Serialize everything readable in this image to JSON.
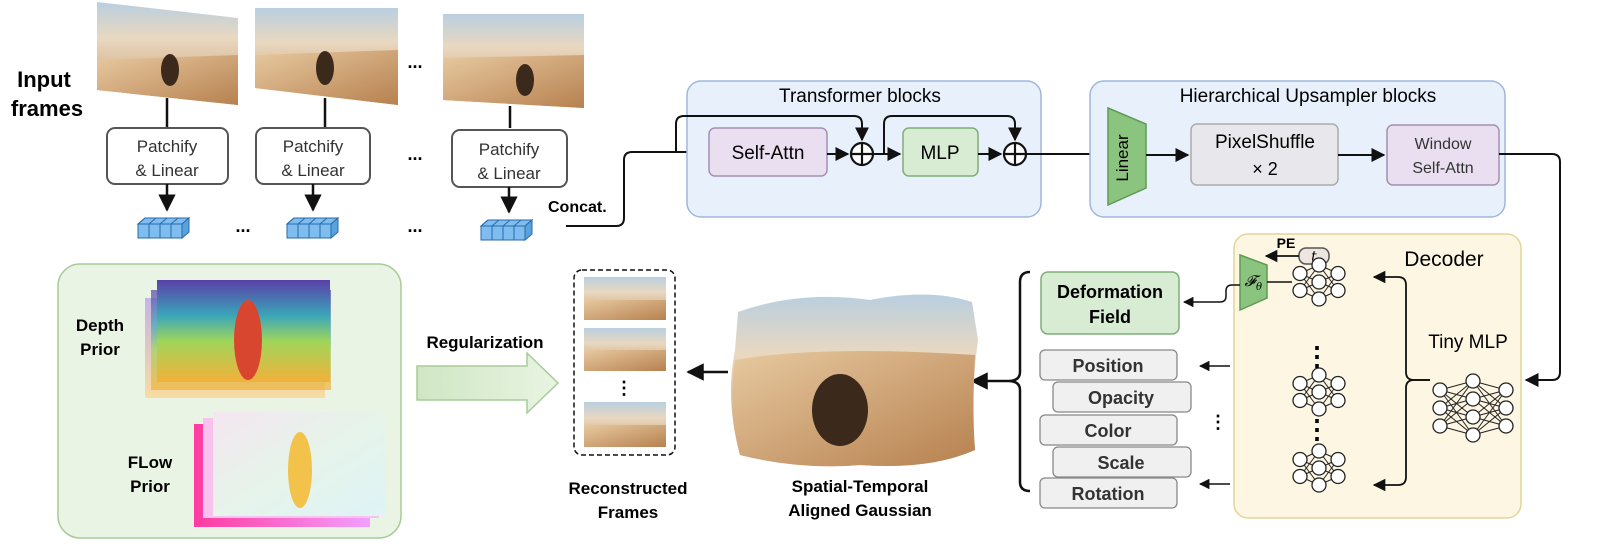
{
  "input": {
    "title_line1": "Input",
    "title_line2": "frames",
    "ellipsis": "...",
    "patch_line1": "Patchify",
    "patch_line2": "& Linear",
    "concat": "Concat."
  },
  "transformer": {
    "title": "Transformer blocks",
    "self_attn": "Self-Attn",
    "mlp": "MLP",
    "plus": "⊕"
  },
  "upsampler": {
    "title": "Hierarchical  Upsampler blocks",
    "linear": "Linear",
    "pixelshuffle_line1": "PixelShuffle",
    "pixelshuffle_line2": "× 2",
    "window_line1": "Window",
    "window_line2": "Self-Attn"
  },
  "decoder": {
    "title": "Decoder",
    "pe": "PE",
    "t": "t",
    "f_theta": "𝓕",
    "f_sub": "θ",
    "tiny_mlp": "Tiny MLP",
    "vdots": "⋮"
  },
  "attributes": {
    "deformation_line1": "Deformation",
    "deformation_line2": "Field",
    "items": [
      "Position",
      "Opacity",
      "Color",
      "Scale",
      "Rotation"
    ]
  },
  "priors": {
    "depth_line1": "Depth",
    "depth_line2": "Prior",
    "flow_line1": "FLow",
    "flow_line2": "Prior",
    "regularization": "Regularization"
  },
  "outputs": {
    "reconstructed_line1": "Reconstructed",
    "reconstructed_line2": "Frames",
    "gaussian_line1": "Spatial-Temporal",
    "gaussian_line2": "Aligned Gaussian",
    "vdots": "⋮"
  },
  "colors": {
    "transformer_bg": "#e8f0fb",
    "transformer_border": "#9db7dd",
    "selfattn_fill": "#e9dff0",
    "selfattn_border": "#a48fb3",
    "mlp_fill": "#d7ecd3",
    "mlp_border": "#7fae78",
    "linear_fill": "#8bc47f",
    "decoder_bg": "#fcf6e2",
    "decoder_border": "#e6d49a",
    "prior_bg": "#eaf4e4",
    "prior_border": "#a8cc98",
    "token_fill": "#7fbdf0",
    "token_border": "#2a6aa8"
  }
}
